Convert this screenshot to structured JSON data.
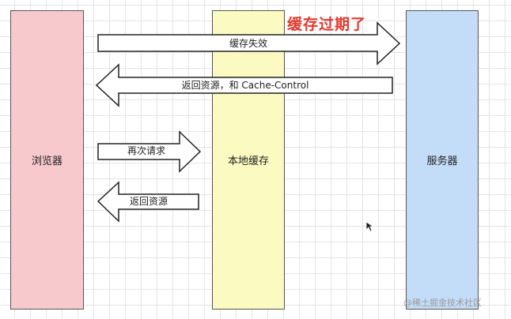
{
  "nodes": {
    "browser": "浏览器",
    "cache": "本地缓存",
    "server": "服务器"
  },
  "arrows": {
    "cache_expired": "缓存失效",
    "return_with_header": "返回资源，和 Cache-Control",
    "request_again": "再次请求",
    "return_resource": "返回资源"
  },
  "annotation": "缓存过期了",
  "watermark": "@稀土掘金技术社区",
  "colors": {
    "browser_fill": "#f8c9cc",
    "cache_fill": "#fbfbc1",
    "server_fill": "#c3dcf7",
    "annotation": "#e03b2e"
  },
  "icons": [
    "cursor-icon"
  ]
}
